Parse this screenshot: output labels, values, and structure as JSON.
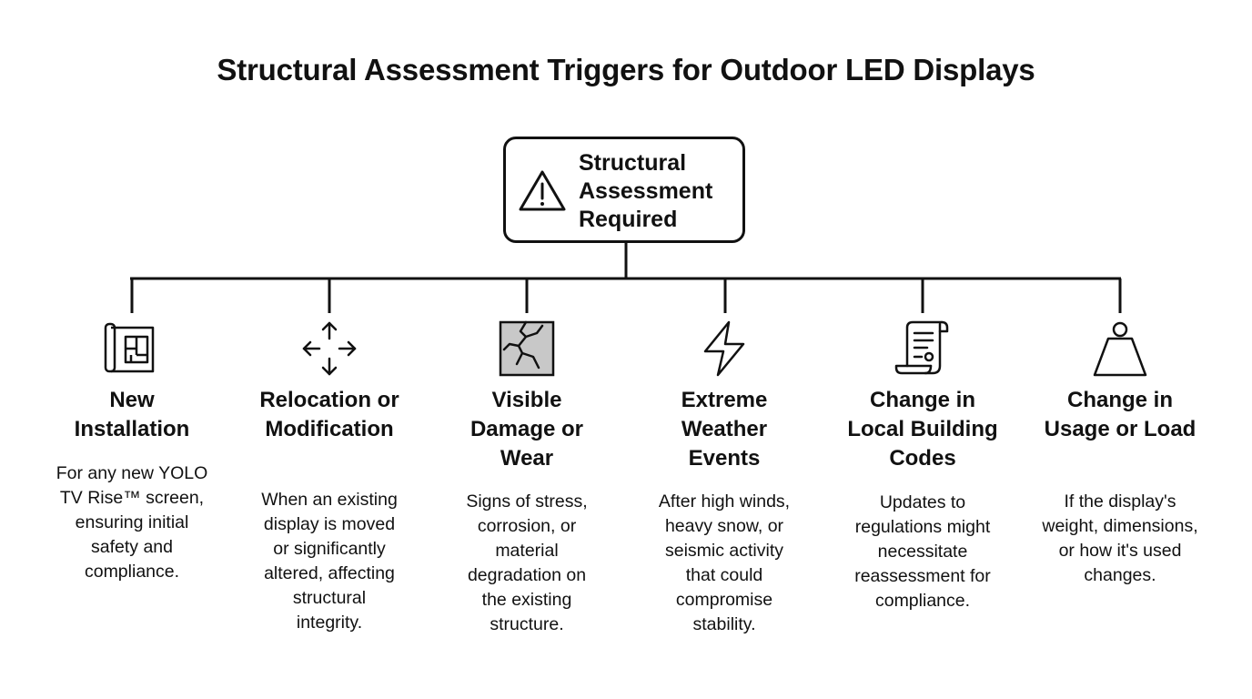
{
  "title": "Structural Assessment Triggers for Outdoor LED Displays",
  "root": {
    "label": "Structural\nAssessment\nRequired",
    "icon": "warning-triangle-icon"
  },
  "triggers": [
    {
      "title": "New\nInstallation",
      "description": "For any new YOLO\nTV Rise™ screen,\nensuring initial\nsafety and\ncompliance.",
      "icon": "blueprint-icon"
    },
    {
      "title": "Relocation or\nModification",
      "description": "When an existing\ndisplay is moved\nor significantly\naltered, affecting\nstructural\nintegrity.",
      "icon": "move-arrows-icon"
    },
    {
      "title": "Visible\nDamage or\nWear",
      "description": "Signs of stress,\ncorrosion, or\nmaterial\ndegradation on\nthe existing\nstructure.",
      "icon": "cracked-panel-icon"
    },
    {
      "title": "Extreme\nWeather\nEvents",
      "description": "After high winds,\nheavy snow, or\nseismic activity\nthat could\ncompromise\nstability.",
      "icon": "lightning-bolt-icon"
    },
    {
      "title": "Change in\nLocal Building\nCodes",
      "description": "Updates to\nregulations might\nnecessitate\nreassessment for\ncompliance.",
      "icon": "document-scroll-icon"
    },
    {
      "title": "Change in\nUsage or Load",
      "description": "If the display's\nweight, dimensions,\nor how it's used\nchanges.",
      "icon": "weight-icon"
    }
  ],
  "colors": {
    "stroke": "#111111",
    "background": "#ffffff",
    "damage_fill": "#c8c8c8"
  }
}
